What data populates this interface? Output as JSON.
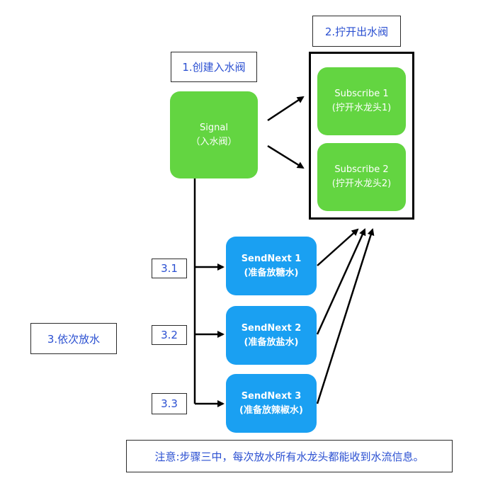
{
  "labels": {
    "step1": "1.创建入水阀",
    "step2": "2.拧开出水阀",
    "step3": "3.依次放水",
    "s31": "3.1",
    "s32": "3.2",
    "s33": "3.3",
    "note": "注意:步骤三中，每次放水所有水龙头都能收到水流信息。"
  },
  "nodes": {
    "signal": {
      "title": "Signal",
      "subtitle": "（入水阀）"
    },
    "subscribe1": {
      "title": "Subscribe 1",
      "subtitle": "(拧开水龙头1)"
    },
    "subscribe2": {
      "title": "Subscribe 2",
      "subtitle": "(拧开水龙头2)"
    },
    "sendnext1": {
      "title": "SendNext 1",
      "subtitle": "(准备放糖水)"
    },
    "sendnext2": {
      "title": "SendNext 2",
      "subtitle": "(准备放盐水)"
    },
    "sendnext3": {
      "title": "SendNext 3",
      "subtitle": "(准备放辣椒水)"
    }
  },
  "colors": {
    "signal_green": "#63d541",
    "sendnext_blue": "#1aa0f2",
    "label_text": "#2a4fd1",
    "border": "#000000"
  }
}
